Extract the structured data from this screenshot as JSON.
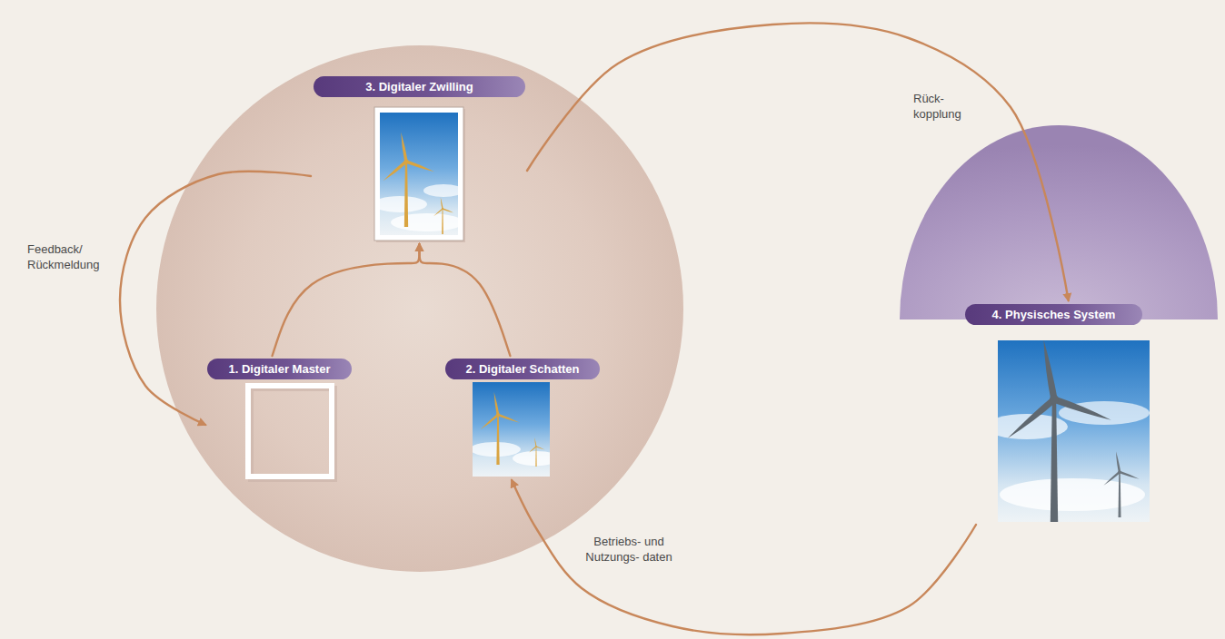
{
  "diagram": {
    "nodes": [
      {
        "text": [
          "3. Digitaler Zwilling"
        ]
      },
      {
        "text": [
          "1. Digitaler Master"
        ]
      },
      {
        "text": [
          "2. Digitaler Schatten"
        ]
      },
      {
        "text": [
          "4. Physisches System"
        ]
      }
    ],
    "edges": [
      {
        "from": 1,
        "to": 0,
        "arrow": "to"
      },
      {
        "from": 2,
        "to": 0,
        "arrow": "to"
      },
      {
        "from": 0,
        "to": 3,
        "label": "Rück- kopplung",
        "arrow": "to"
      },
      {
        "from": 3,
        "to": 2,
        "label": "Betriebs- und Nutzungs- daten",
        "arrow": "to"
      },
      {
        "from": 0,
        "to": 1,
        "label": "Feedback/ Rückmeldung",
        "arrow": "to"
      }
    ]
  }
}
